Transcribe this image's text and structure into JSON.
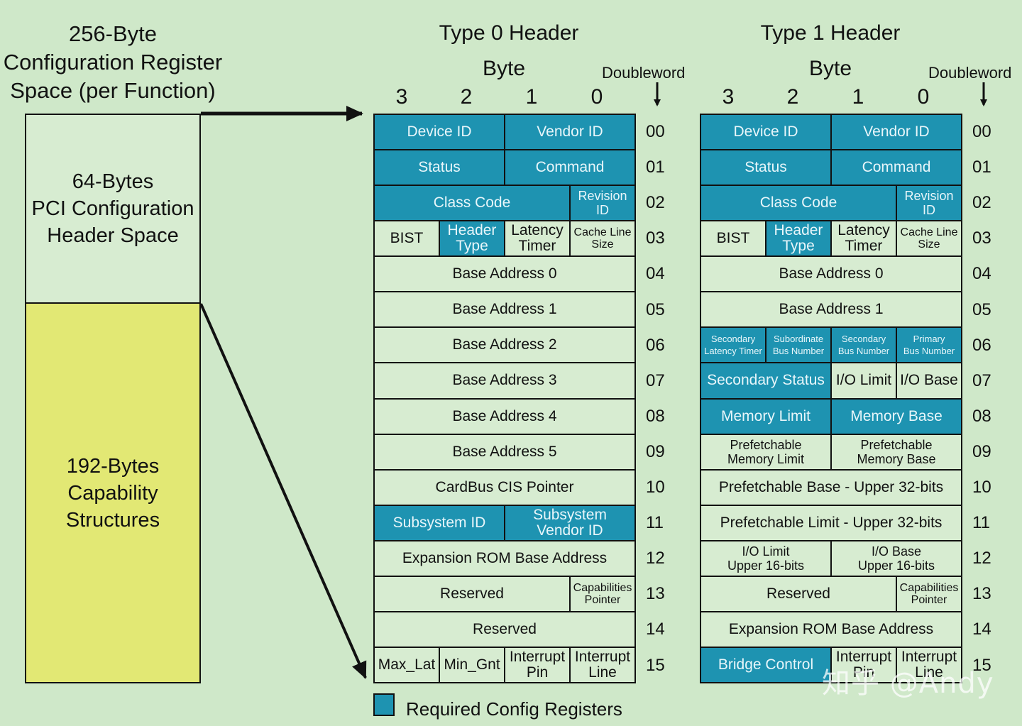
{
  "left": {
    "title": "256-Byte\nConfiguration Register\nSpace (per Function)",
    "header_block": "64-Bytes\nPCI Configuration\nHeader Space",
    "capability_block": "192-Bytes\nCapability\nStructures"
  },
  "labels": {
    "byte": "Byte",
    "doubleword": "Doubleword",
    "cols": [
      "3",
      "2",
      "1",
      "0"
    ]
  },
  "type0": {
    "title": "Type 0 Header",
    "rows": [
      {
        "dw": "00",
        "cells": [
          {
            "t": "Device ID",
            "span": 2,
            "req": true
          },
          {
            "t": "Vendor ID",
            "span": 2,
            "req": true
          }
        ]
      },
      {
        "dw": "01",
        "cells": [
          {
            "t": "Status",
            "span": 2,
            "req": true
          },
          {
            "t": "Command",
            "span": 2,
            "req": true
          }
        ]
      },
      {
        "dw": "02",
        "cells": [
          {
            "t": "Class Code",
            "span": 3,
            "req": true
          },
          {
            "t": "Revision\nID",
            "span": 1,
            "req": true,
            "sz": "s18"
          }
        ]
      },
      {
        "dw": "03",
        "cells": [
          {
            "t": "BIST",
            "span": 1
          },
          {
            "t": "Header\nType",
            "span": 1,
            "req": true
          },
          {
            "t": "Latency\nTimer",
            "span": 1
          },
          {
            "t": "Cache Line\nSize",
            "span": 1,
            "sz": "s16"
          }
        ]
      },
      {
        "dw": "04",
        "cells": [
          {
            "t": "Base Address 0",
            "span": 4
          }
        ]
      },
      {
        "dw": "05",
        "cells": [
          {
            "t": "Base Address 1",
            "span": 4
          }
        ]
      },
      {
        "dw": "06",
        "cells": [
          {
            "t": "Base Address 2",
            "span": 4
          }
        ]
      },
      {
        "dw": "07",
        "cells": [
          {
            "t": "Base Address 3",
            "span": 4
          }
        ]
      },
      {
        "dw": "08",
        "cells": [
          {
            "t": "Base Address 4",
            "span": 4
          }
        ]
      },
      {
        "dw": "09",
        "cells": [
          {
            "t": "Base Address 5",
            "span": 4
          }
        ]
      },
      {
        "dw": "10",
        "cells": [
          {
            "t": "CardBus CIS Pointer",
            "span": 4
          }
        ]
      },
      {
        "dw": "11",
        "cells": [
          {
            "t": "Subsystem ID",
            "span": 2,
            "req": true
          },
          {
            "t": "Subsystem\nVendor ID",
            "span": 2,
            "req": true
          }
        ]
      },
      {
        "dw": "12",
        "cells": [
          {
            "t": "Expansion ROM Base Address",
            "span": 4
          }
        ]
      },
      {
        "dw": "13",
        "cells": [
          {
            "t": "Reserved",
            "span": 3
          },
          {
            "t": "Capabilities\nPointer",
            "span": 1,
            "sz": "s16"
          }
        ]
      },
      {
        "dw": "14",
        "cells": [
          {
            "t": "Reserved",
            "span": 4
          }
        ]
      },
      {
        "dw": "15",
        "cells": [
          {
            "t": "Max_Lat",
            "span": 1
          },
          {
            "t": "Min_Gnt",
            "span": 1
          },
          {
            "t": "Interrupt\nPin",
            "span": 1
          },
          {
            "t": "Interrupt\nLine",
            "span": 1
          }
        ]
      }
    ]
  },
  "type1": {
    "title": "Type 1 Header",
    "rows": [
      {
        "dw": "00",
        "cells": [
          {
            "t": "Device ID",
            "span": 2,
            "req": true
          },
          {
            "t": "Vendor ID",
            "span": 2,
            "req": true
          }
        ]
      },
      {
        "dw": "01",
        "cells": [
          {
            "t": "Status",
            "span": 2,
            "req": true
          },
          {
            "t": "Command",
            "span": 2,
            "req": true
          }
        ]
      },
      {
        "dw": "02",
        "cells": [
          {
            "t": "Class Code",
            "span": 3,
            "req": true
          },
          {
            "t": "Revision\nID",
            "span": 1,
            "req": true,
            "sz": "s18"
          }
        ]
      },
      {
        "dw": "03",
        "cells": [
          {
            "t": "BIST",
            "span": 1
          },
          {
            "t": "Header\nType",
            "span": 1,
            "req": true
          },
          {
            "t": "Latency\nTimer",
            "span": 1
          },
          {
            "t": "Cache Line\nSize",
            "span": 1,
            "sz": "s16"
          }
        ]
      },
      {
        "dw": "04",
        "cells": [
          {
            "t": "Base Address 0",
            "span": 4
          }
        ]
      },
      {
        "dw": "05",
        "cells": [
          {
            "t": "Base Address 1",
            "span": 4
          }
        ]
      },
      {
        "dw": "06",
        "cells": [
          {
            "t": "Secondary\nLatency Timer",
            "span": 1,
            "req": true,
            "sz": "s13"
          },
          {
            "t": "Subordinate\nBus Number",
            "span": 1,
            "req": true,
            "sz": "s13"
          },
          {
            "t": "Secondary\nBus Number",
            "span": 1,
            "req": true,
            "sz": "s13"
          },
          {
            "t": "Primary\nBus Number",
            "span": 1,
            "req": true,
            "sz": "s13"
          }
        ]
      },
      {
        "dw": "07",
        "cells": [
          {
            "t": "Secondary Status",
            "span": 2,
            "req": true
          },
          {
            "t": "I/O Limit",
            "span": 1
          },
          {
            "t": "I/O Base",
            "span": 1
          }
        ]
      },
      {
        "dw": "08",
        "cells": [
          {
            "t": "Memory Limit",
            "span": 2,
            "req": true
          },
          {
            "t": "Memory Base",
            "span": 2,
            "req": true
          }
        ]
      },
      {
        "dw": "09",
        "cells": [
          {
            "t": "Prefetchable\nMemory Limit",
            "span": 2,
            "sz": "s18"
          },
          {
            "t": "Prefetchable\nMemory Base",
            "span": 2,
            "sz": "s18"
          }
        ]
      },
      {
        "dw": "10",
        "cells": [
          {
            "t": "Prefetchable Base - Upper 32-bits",
            "span": 4
          }
        ]
      },
      {
        "dw": "11",
        "cells": [
          {
            "t": "Prefetchable Limit - Upper 32-bits",
            "span": 4
          }
        ]
      },
      {
        "dw": "12",
        "cells": [
          {
            "t": "I/O Limit\nUpper 16-bits",
            "span": 2,
            "sz": "s18"
          },
          {
            "t": "I/O Base\nUpper 16-bits",
            "span": 2,
            "sz": "s18"
          }
        ]
      },
      {
        "dw": "13",
        "cells": [
          {
            "t": "Reserved",
            "span": 3
          },
          {
            "t": "Capabilities\nPointer",
            "span": 1,
            "sz": "s16"
          }
        ]
      },
      {
        "dw": "14",
        "cells": [
          {
            "t": "Expansion ROM Base Address",
            "span": 4
          }
        ]
      },
      {
        "dw": "15",
        "cells": [
          {
            "t": "Bridge Control",
            "span": 2,
            "req": true
          },
          {
            "t": "Interrupt\nPin",
            "span": 1
          },
          {
            "t": "Interrupt\nLine",
            "span": 1
          }
        ]
      }
    ]
  },
  "legend": {
    "label": "Required Config Registers",
    "color": "#1e93b1"
  },
  "watermark": "知乎 @Andy"
}
